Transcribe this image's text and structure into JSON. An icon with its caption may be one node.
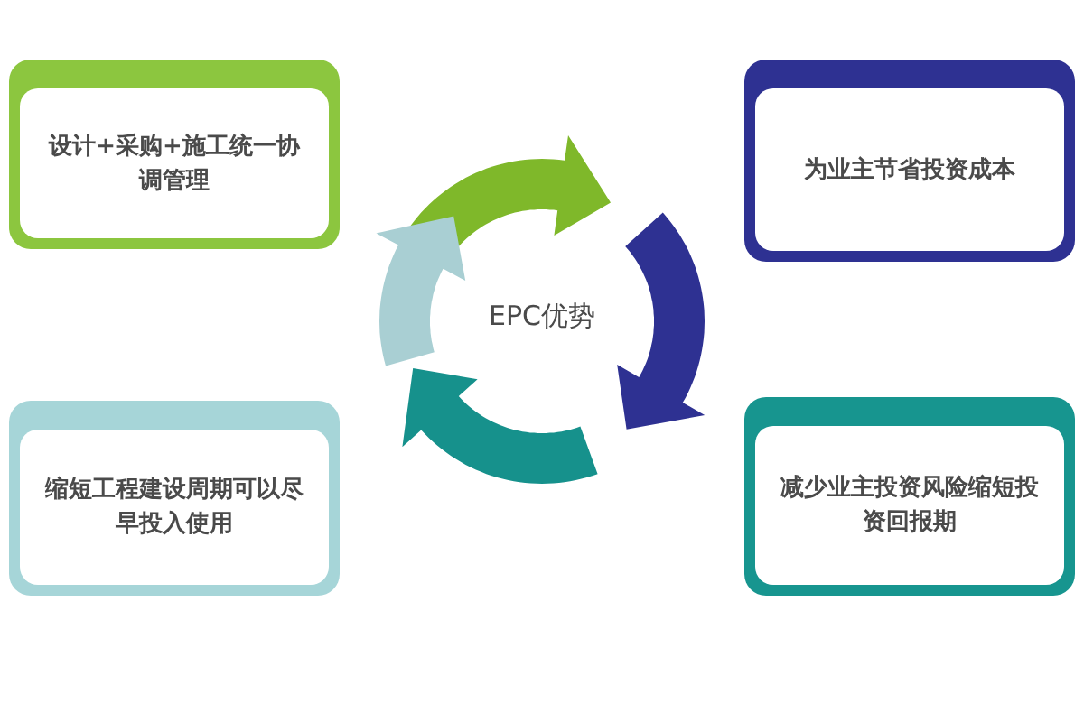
{
  "diagram": {
    "nodes": [
      {
        "text": [
          "设计+采购+施工统一协调管理"
        ]
      },
      {
        "text": [
          "为业主节省投资成本"
        ]
      },
      {
        "text": [
          "缩短工程建设周期可以尽早投入使用"
        ]
      },
      {
        "text": [
          "减少业主投资风险缩短投资回报期"
        ]
      }
    ],
    "labels": [
      "EPC优势"
    ]
  }
}
